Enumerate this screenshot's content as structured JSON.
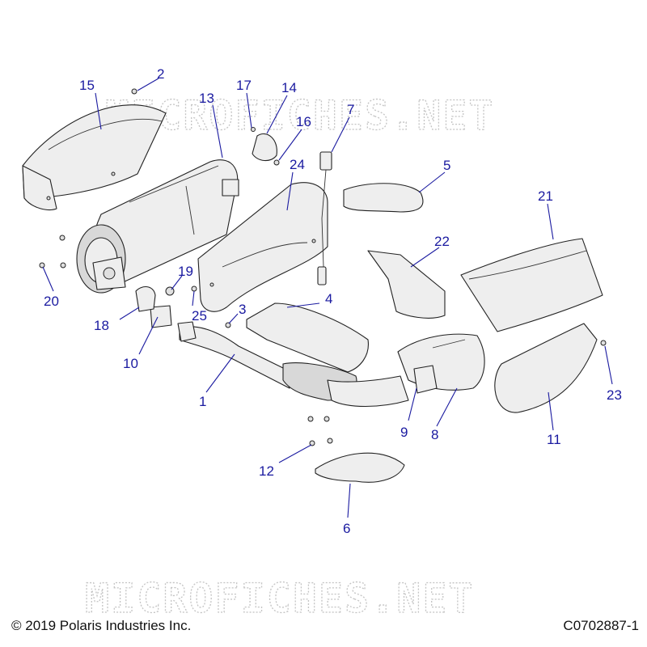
{
  "watermark_text": "MICROFICHES.NET",
  "copyright": "© 2019 Polaris Industries Inc.",
  "figure_id": "C0702887-1",
  "callouts": {
    "c1": "1",
    "c2": "2",
    "c3": "3",
    "c4": "4",
    "c5": "5",
    "c6": "6",
    "c7": "7",
    "c8": "8",
    "c9": "9",
    "c10": "10",
    "c11": "11",
    "c12": "12",
    "c13": "13",
    "c14": "14",
    "c15": "15",
    "c16": "16",
    "c17": "17",
    "c18": "18",
    "c19": "19",
    "c20": "20",
    "c21": "21",
    "c22": "22",
    "c23": "23",
    "c24": "24",
    "c25": "25"
  },
  "colors": {
    "callout": "#1a1aa0",
    "line": "#222222",
    "part_fill": "#eeeeee"
  }
}
